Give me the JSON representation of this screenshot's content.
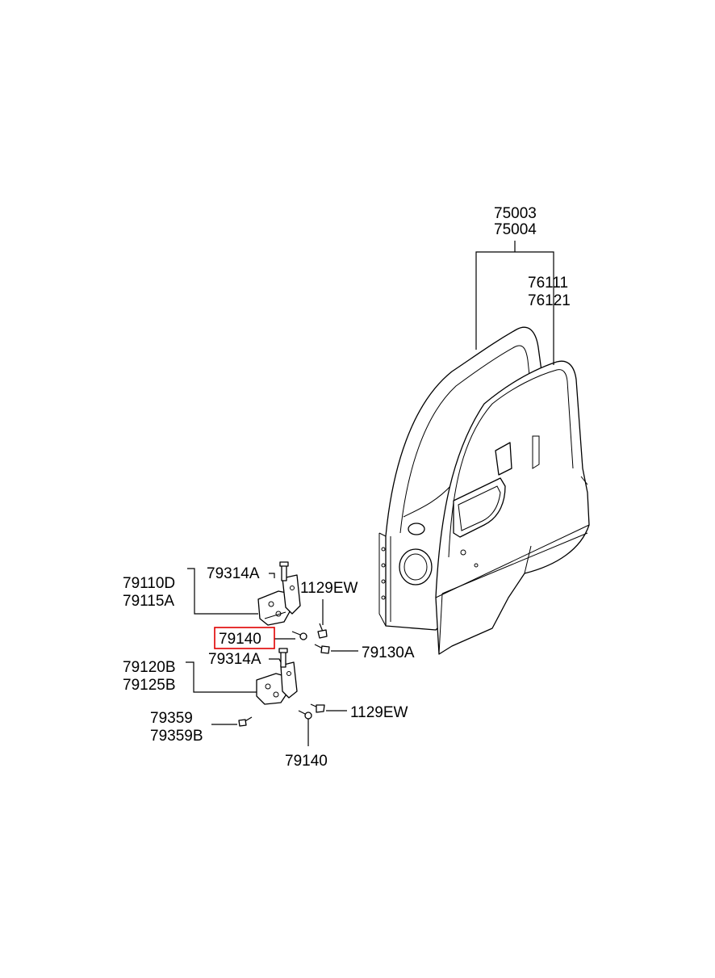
{
  "labels": {
    "panel_a": "75003",
    "panel_b": "75004",
    "frame_a": "76111",
    "frame_b": "76121",
    "upper_hinge_a": "79110D",
    "upper_hinge_b": "79115A",
    "upper_pin": "79314A",
    "upper_bolt": "1129EW",
    "highlight_bolt": "79140",
    "mid_bolt": "79130A",
    "lower_hinge_a": "79120B",
    "lower_hinge_b": "79125B",
    "lower_pin": "79314A",
    "lower_bolt": "1129EW",
    "check_bolt_a": "79359",
    "check_bolt_b": "79359B",
    "bottom_bolt": "79140"
  },
  "highlight_color": "#e00000"
}
